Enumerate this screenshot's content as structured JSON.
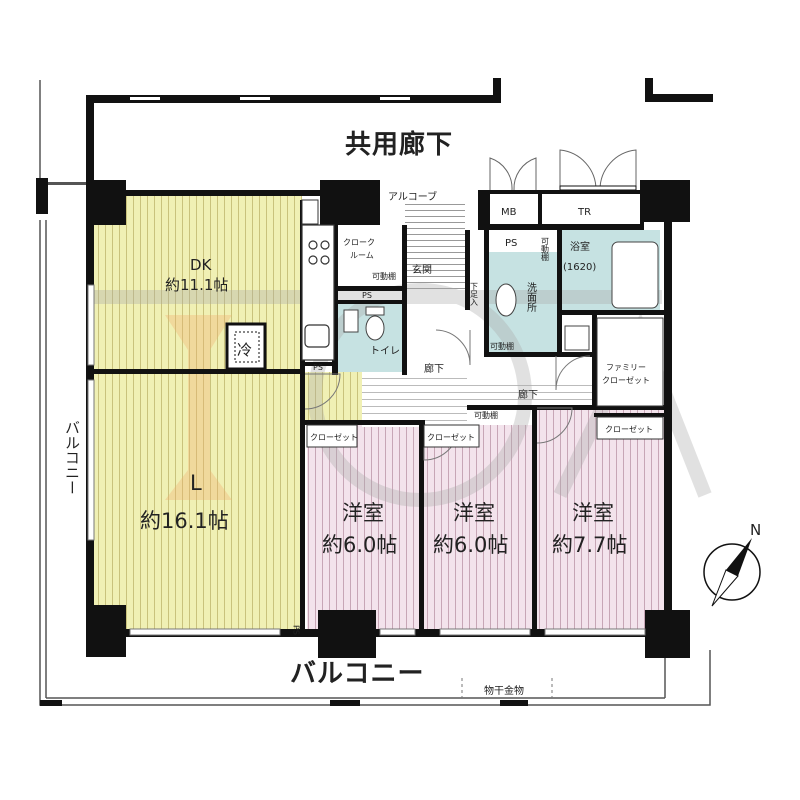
{
  "labels": {
    "corridor": "共用廊下",
    "balcony_bottom": "バルコニー",
    "balcony_left": "バルコニー",
    "dk_name": "DK",
    "dk_size": "約11.1帖",
    "l_name": "L",
    "l_size": "約16.1帖",
    "room1_name": "洋室",
    "room1_size": "約6.0帖",
    "room2_name": "洋室",
    "room2_size": "約6.0帖",
    "room3_name": "洋室",
    "room3_size": "約7.7帖",
    "alcove": "アルコーブ",
    "mb": "MB",
    "tr": "TR",
    "ps_top": "PS",
    "bath_name": "浴室",
    "bath_size": "(1620)",
    "cloak_1": "クローク",
    "cloak_2": "ルーム",
    "kadou_1": "可動棚",
    "genkan": "玄関",
    "ps_cloak": "PS",
    "toilet": "トイレ",
    "shitaashi": "下足入",
    "senmen": "洗面所",
    "kadou_2": "可動棚",
    "kadou_3": "可動棚",
    "ps_left": "PS",
    "rouka_1": "廊下",
    "rouka_2": "廊下",
    "family_1": "ファミリー",
    "family_2": "クローゼット",
    "closet_1": "クローゼット",
    "closet_2": "クローゼット",
    "closet_3": "クローゼット",
    "kadou_4": "可動棚",
    "fridge": "冷",
    "ps_bottom": "PS",
    "hoshi": "物干金物",
    "north": "N"
  },
  "colors": {
    "living": "#f0f0b4",
    "bedroom": "#f2e0ea",
    "bath": "#c6e2e2",
    "wall": "#111111"
  }
}
